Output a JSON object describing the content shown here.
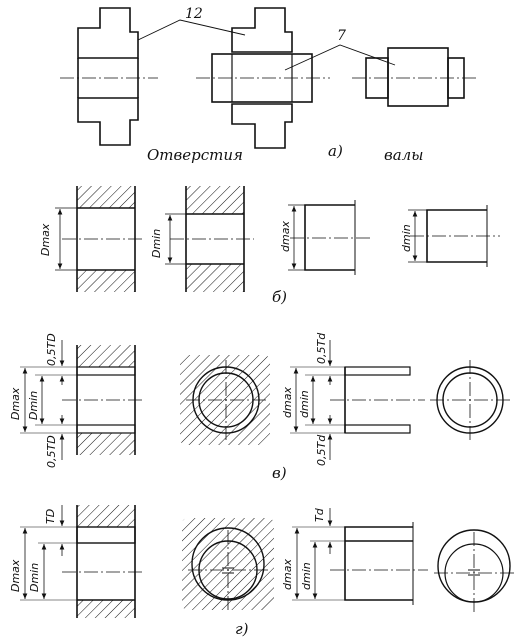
{
  "figure": {
    "callouts": {
      "hole_part": "12",
      "shaft_part": "7"
    },
    "row_a": {
      "letter": "а)",
      "holes_caption": "Отверстия",
      "shafts_caption": "валы"
    },
    "row_b": {
      "letter": "б)",
      "hole_max": "Dmax",
      "hole_min": "Dmin",
      "shaft_max": "dmax",
      "shaft_min": "dmin"
    },
    "row_c": {
      "letter": "в)",
      "hole_half_tol": "0,5TD",
      "hole_max": "Dmax",
      "hole_min": "Dmin",
      "shaft_half_tol": "0,5Td",
      "shaft_max": "dmax",
      "shaft_min": "dmin"
    },
    "row_d": {
      "letter": "г)",
      "hole_tol": "TD",
      "hole_max": "Dmax",
      "hole_min": "Dmin",
      "shaft_tol": "Td",
      "shaft_max": "dmax",
      "shaft_min": "dmin"
    }
  },
  "colors": {
    "ink": "#111111",
    "paper": "#ffffff"
  }
}
